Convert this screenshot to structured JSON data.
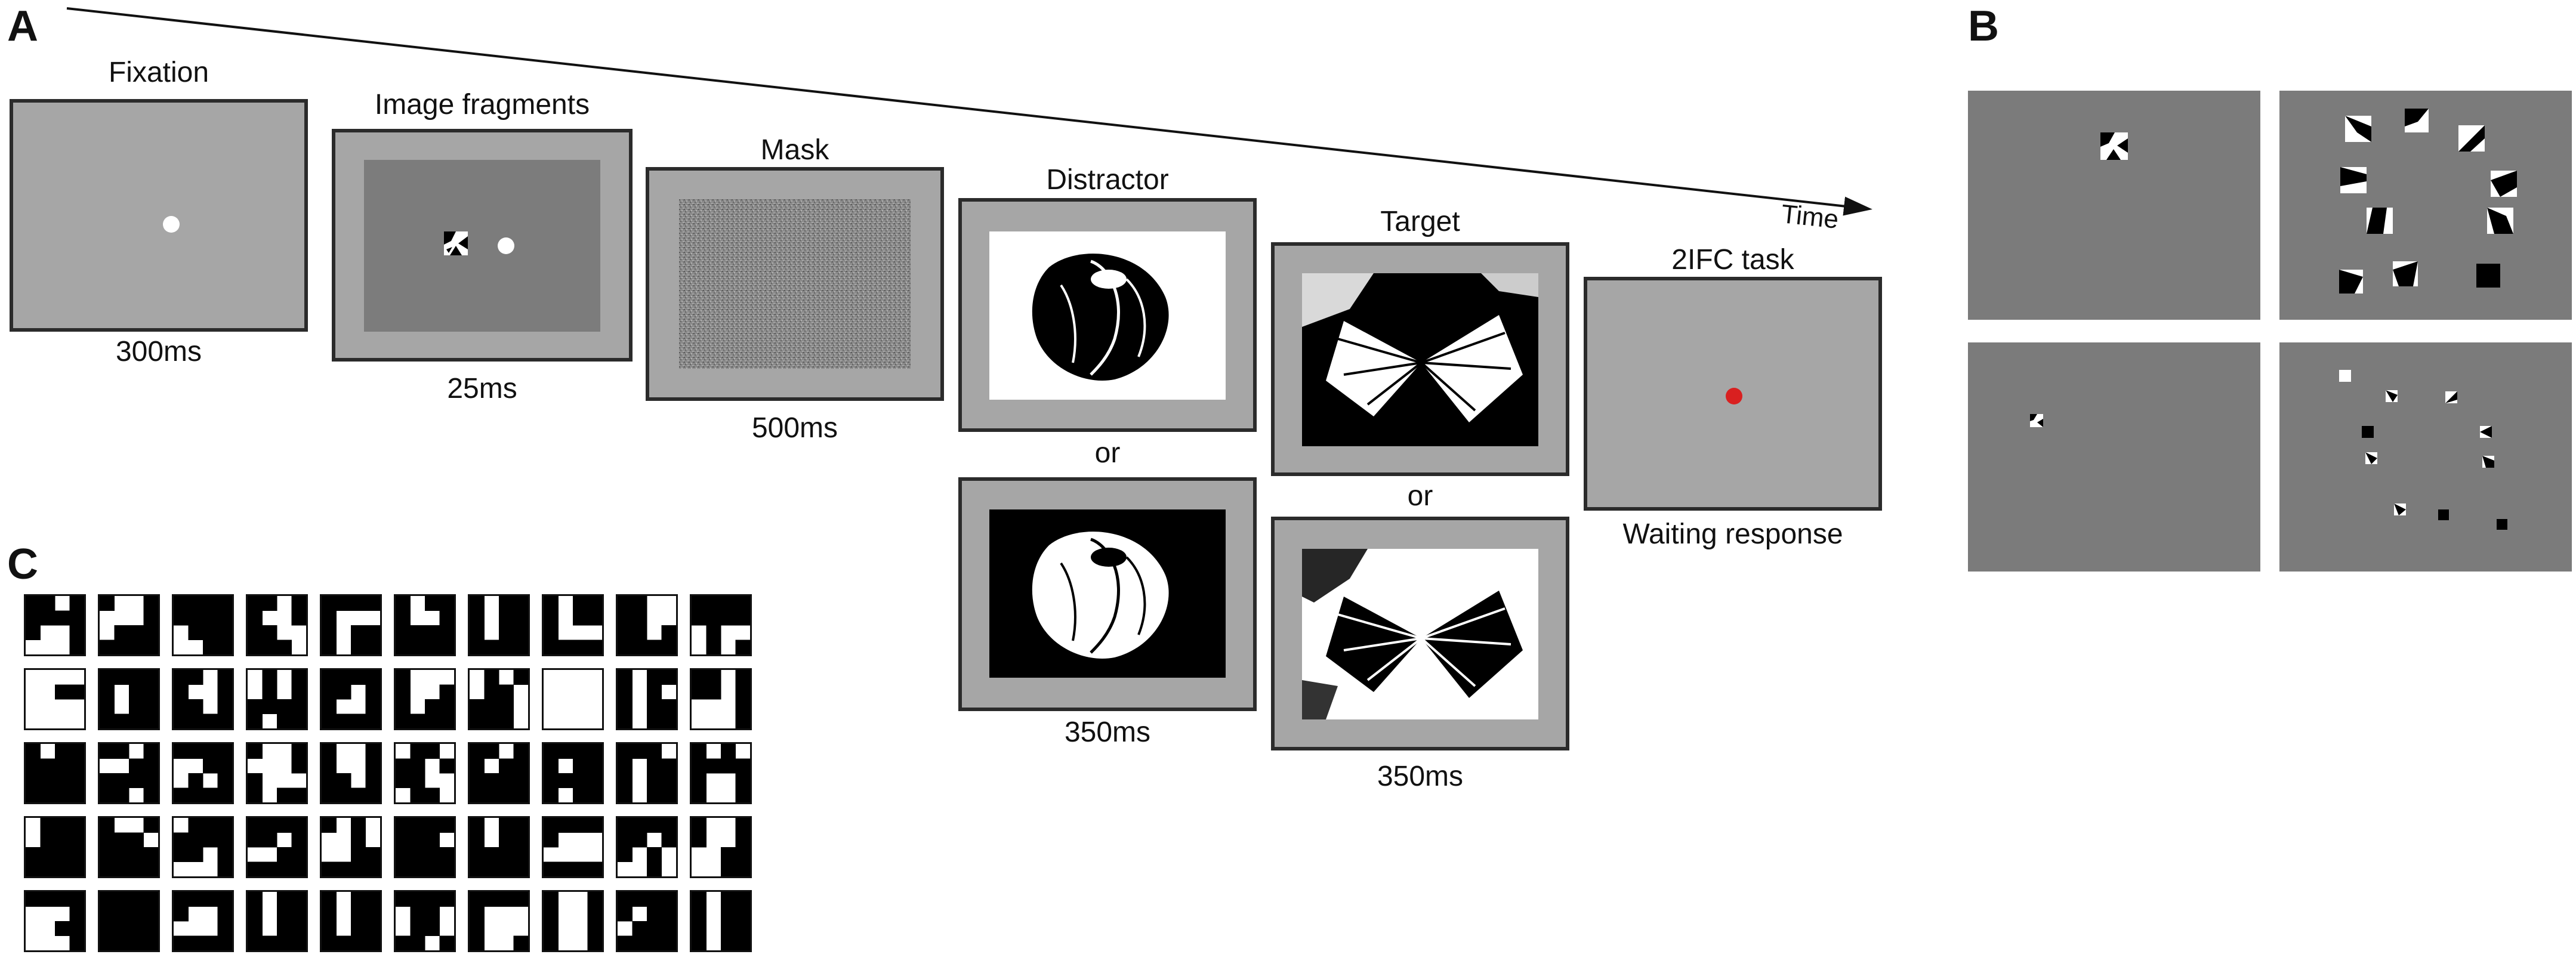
{
  "panels": {
    "a": "A",
    "b": "B",
    "c": "C"
  },
  "timeline": {
    "label": "Time"
  },
  "sequence": [
    {
      "id": "fixation",
      "title": "Fixation",
      "duration": "300ms"
    },
    {
      "id": "fragments",
      "title": "Image fragments",
      "duration": "25ms"
    },
    {
      "id": "mask",
      "title": "Mask",
      "duration": "500ms"
    },
    {
      "id": "distractor",
      "title": "Distractor",
      "alt_label": "or",
      "duration": "350ms"
    },
    {
      "id": "target",
      "title": "Target",
      "alt_label": "or",
      "duration": "350ms"
    },
    {
      "id": "task",
      "title": "2IFC task",
      "duration": "Waiting response"
    }
  ],
  "colors": {
    "frame": "#a6a6a6",
    "inner_gray": "#7c7c7c",
    "panel_b_gray": "#7b7b7b",
    "fixation_dot": "#ffffff",
    "response_dot": "#d92020"
  },
  "icons": {
    "distractor_image": "chestnut-photo-icon",
    "target_image": "butterfly-photo-icon",
    "fragment": "image-fragment-icon"
  },
  "glyph_rows": [
    [
      "1101|1111|1001|0001",
      "1001|0001|0111|1111",
      "1111|1111|0111|0011",
      "1101|1001|1100|1110",
      "1111|1000|1011|1011",
      "1011|1001|1111|1111",
      "1011|1011|1011|1111",
      "1011|1011|1000|1111",
      "1100|1100|1101|1111",
      "1111|1111|0100|0101"
    ],
    [
      "0000|0011|0000|0000",
      "1111|1011|1011|1111",
      "1101|1001|1101|1111",
      "0101|0101|1111|1011",
      "1111|1101|1001|1111",
      "1000|1001|1011|1111",
      "0101|0110|1110|1110",
      "0000|0000|0000|0000",
      "1011|1010|1011|1011",
      "1101|1101|0001|0001"
    ],
    [
      "1011|1111|1111|1111",
      "1101|0011|1111|1101",
      "1111|0011|0101|1111",
      "1001|0001|1000|1011",
      "1001|1001|1101|1111",
      "0110|1101|1100|0110",
      "1101|1011|1111|1111",
      "1111|1011|1111|1011",
      "1110|1011|1011|1011",
      "1010|1111|1001|1001"
    ],
    [
      "0111|0111|1111|1111",
      "1001|1110|1111|1111",
      "0111|1111|1101|0001",
      "1111|1101|0011|1111",
      "1010|0010|0011|1111",
      "1111|1110|1111|1111",
      "1011|1011|1111|1111",
      "1111|1000|0000|1111",
      "1111|1101|1010|0010",
      "1001|1001|0011|0011"
    ],
    [
      "1111|0001|0011|0001",
      "1111|1111|1111|1111",
      "1111|1001|0001|1111",
      "1011|1011|1011|1111",
      "1011|1011|1011|1111",
      "1111|0110|0110|1101",
      "1111|1000|1000|1001",
      "1001|1001|1001|1001",
      "1111|1011|0111|1111",
      "1011|1011|1011|1011"
    ]
  ]
}
